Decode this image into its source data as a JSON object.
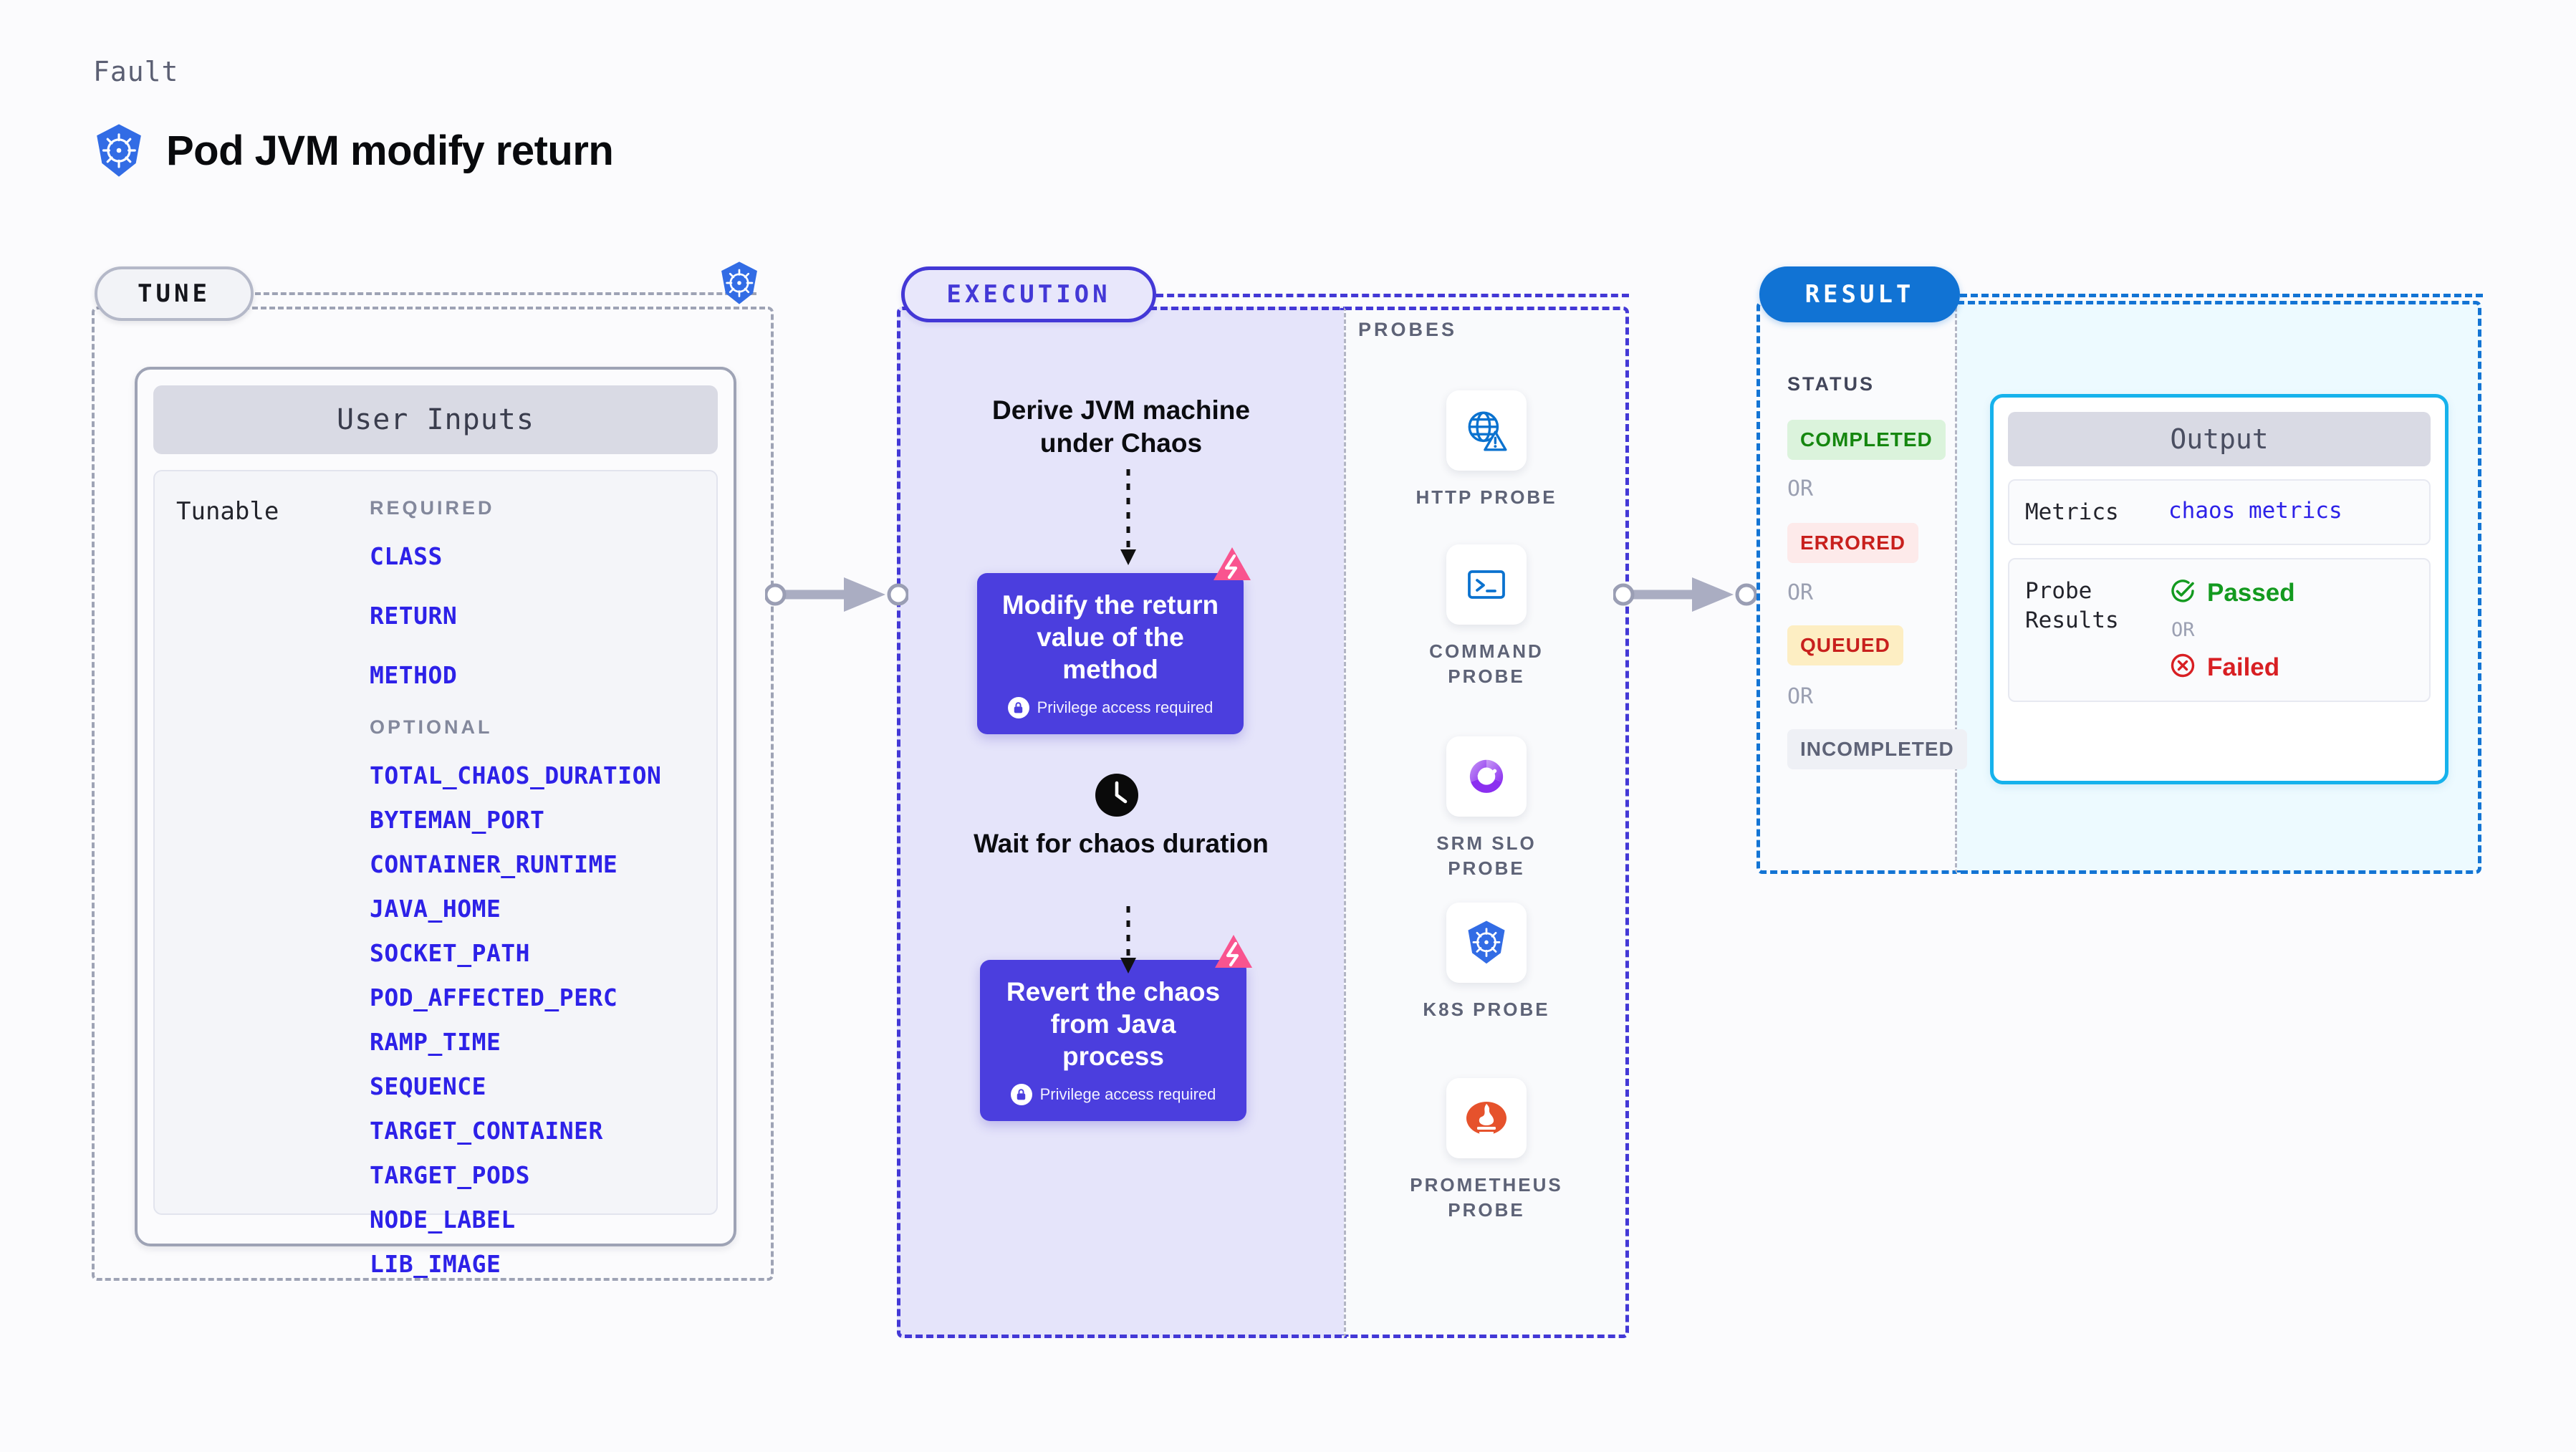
{
  "header": {
    "eyebrow": "Fault",
    "title": "Pod JVM modify return",
    "logo_icon": "kubernetes-icon"
  },
  "tune": {
    "pill_label": "TUNE",
    "badge_icon": "kubernetes-icon",
    "card_title": "User Inputs",
    "row_label": "Tunable",
    "required_label": "REQUIRED",
    "required": [
      "CLASS",
      "RETURN",
      "METHOD"
    ],
    "optional_label": "OPTIONAL",
    "optional": [
      "TOTAL_CHAOS_DURATION",
      "BYTEMAN_PORT",
      "CONTAINER_RUNTIME",
      "JAVA_HOME",
      "SOCKET_PATH",
      "POD_AFFECTED_PERC",
      "RAMP_TIME",
      "SEQUENCE",
      "TARGET_CONTAINER",
      "TARGET_PODS",
      "NODE_LABEL",
      "LIB_IMAGE"
    ]
  },
  "execution": {
    "pill_label": "EXECUTION",
    "step_derive": "Derive JVM machine under Chaos",
    "step_modify_title": "Modify the return value of the method",
    "step_modify_note": "Privilege access required",
    "step_wait": "Wait for chaos duration",
    "wait_icon": "clock-icon",
    "step_revert_title": "Revert the chaos from Java process",
    "step_revert_note": "Privilege access required",
    "badge_icon": "litmus-chaos-icon",
    "lock_icon": "lock-icon"
  },
  "probes": {
    "section_label": "PROBES",
    "items": [
      {
        "name": "HTTP PROBE",
        "icon": "globe-warning-icon"
      },
      {
        "name": "COMMAND PROBE",
        "icon": "terminal-icon"
      },
      {
        "name": "SRM SLO PROBE",
        "icon": "slo-donut-check-icon"
      },
      {
        "name": "K8S PROBE",
        "icon": "kubernetes-icon"
      },
      {
        "name": "PROMETHEUS PROBE",
        "icon": "prometheus-icon"
      }
    ]
  },
  "result": {
    "pill_label": "RESULT",
    "status_label": "STATUS",
    "or_label": "OR",
    "statuses": [
      {
        "label": "COMPLETED",
        "color": "#15870f",
        "bg": "#dbf3dc"
      },
      {
        "label": "ERRORED",
        "color": "#c8201d",
        "bg": "#fdeaea"
      },
      {
        "label": "QUEUED",
        "color": "#c8201d",
        "bg": "#fdeec3"
      },
      {
        "label": "INCOMPLETED",
        "color": "#5e6377",
        "bg": "#eef0f5"
      }
    ]
  },
  "output": {
    "card_title": "Output",
    "metrics_key": "Metrics",
    "metrics_value": "chaos metrics",
    "probe_results_key": "Probe Results",
    "passed_label": "Passed",
    "failed_label": "Failed",
    "or_label": "OR",
    "passed_icon": "check-circle-icon",
    "failed_icon": "x-circle-icon"
  },
  "connectors": {
    "tune_to_execution": "arrow-right",
    "probes_to_result": "arrow-right"
  },
  "colors": {
    "accent_purple": "#4338d6",
    "accent_blue": "#1173d4",
    "accent_cyan": "#16b2ec",
    "param_blue": "#2d21e8",
    "chaos_pink": "#f9548f"
  }
}
